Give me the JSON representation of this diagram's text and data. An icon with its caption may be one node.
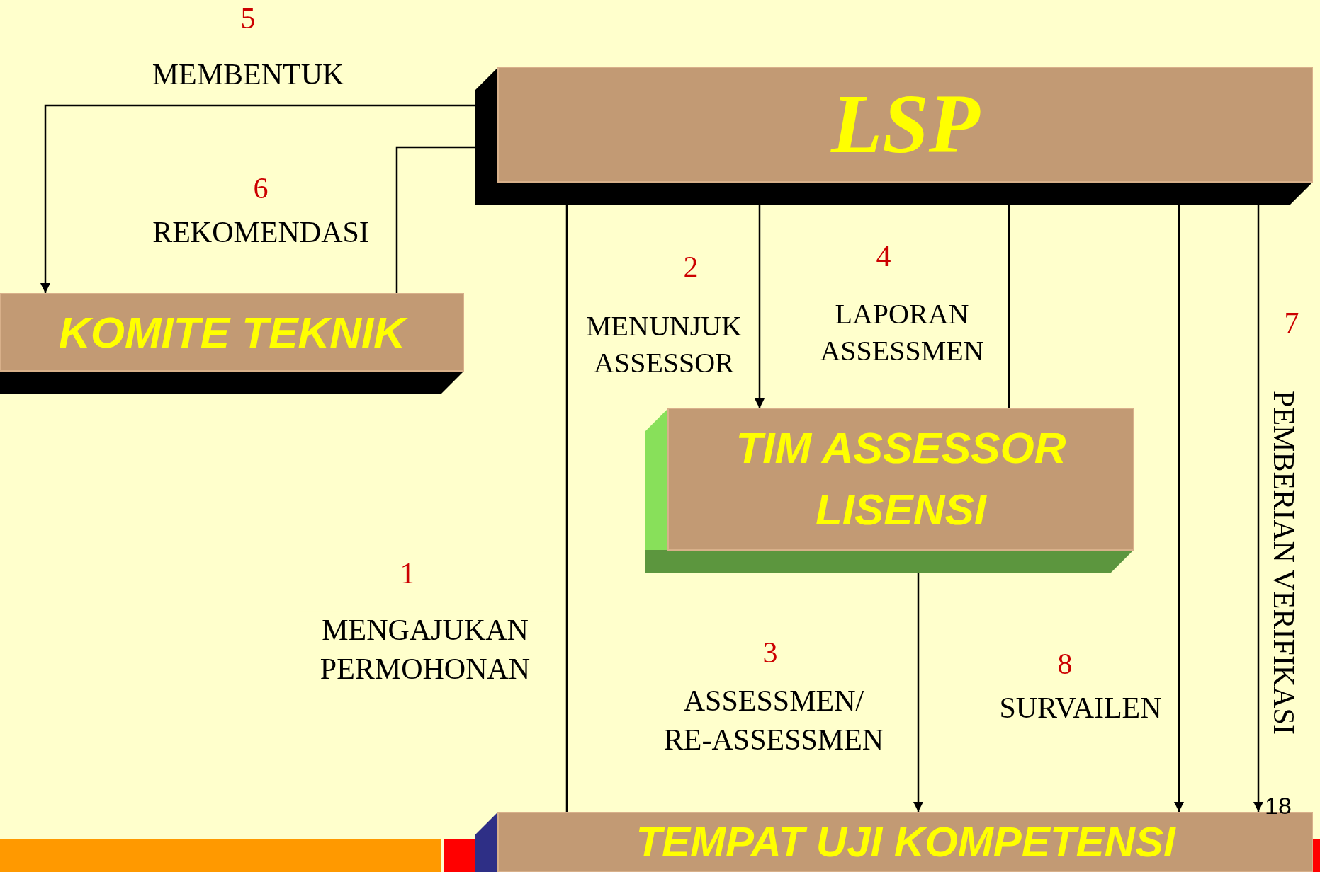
{
  "diagram": {
    "nodes": [
      {
        "text": [
          "LSP"
        ]
      },
      {
        "text": [
          "KOMITE TEKNIK"
        ]
      },
      {
        "text": [
          "TIM ASSESSOR LISENSI"
        ]
      },
      {
        "text": [
          "TEMPAT UJI KOMPETENSI"
        ]
      }
    ],
    "edges": [
      {
        "from": 0,
        "to": 1,
        "arrow": "to",
        "label": "MEMBENTUK"
      },
      {
        "from": 1,
        "to": 0,
        "arrow": "none",
        "label": "REKOMENDASI"
      },
      {
        "from": 0,
        "to": 2,
        "arrow": "to",
        "label": "MENUNJUK ASSESSOR"
      },
      {
        "from": 2,
        "to": 0,
        "arrow": "none",
        "label": "LAPORAN ASSESSMEN"
      },
      {
        "from": 3,
        "to": 0,
        "arrow": "none",
        "label": "MENGAJUKAN PERMOHONAN"
      },
      {
        "from": 2,
        "to": 3,
        "arrow": "to",
        "label": "ASSESSMEN/ RE-ASSESSMEN"
      },
      {
        "from": 0,
        "to": 3,
        "arrow": "to",
        "label": "SURVAILEN"
      },
      {
        "from": 0,
        "to": 3,
        "arrow": "to",
        "label": "PEMBERIAN VERIFIKASI"
      }
    ],
    "labels": [
      "5",
      "6",
      "4",
      "2",
      "7",
      "1",
      "3",
      "8",
      "18"
    ]
  }
}
